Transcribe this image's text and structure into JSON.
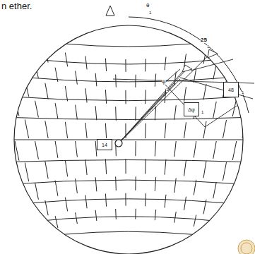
{
  "diagram": {
    "nodes": [
      {
        "text": [
          "48"
        ]
      },
      {
        "text": [
          "Δψ"
        ]
      },
      {
        "text": [
          "14"
        ]
      }
    ],
    "labels": [
      "n ether.",
      "θ",
      "1",
      "25",
      "1",
      "ψ",
      "1",
      "1",
      "1"
    ]
  }
}
